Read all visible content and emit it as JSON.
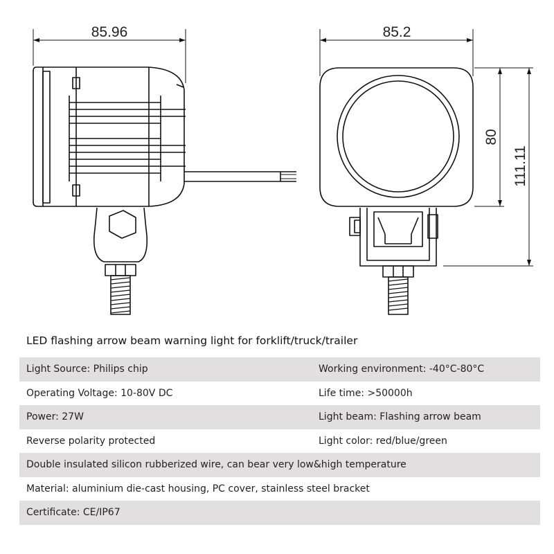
{
  "drawing": {
    "side_width": "85.96",
    "front_width": "85.2",
    "front_height_inner": "80",
    "front_height_total": "111.11"
  },
  "title": "LED flashing arrow beam warning light for forklift/truck/trailer",
  "specs": [
    {
      "left": "Light Source: Philips chip",
      "right": "Working environment: -40°C-80°C",
      "shaded": true
    },
    {
      "left": "Operating Voltage: 10-80V DC",
      "right": "Life time: >50000h",
      "shaded": false
    },
    {
      "left": "Power: 27W",
      "right": "Light beam: Flashing arrow beam",
      "shaded": true
    },
    {
      "left": "Reverse polarity protected",
      "right": "Light color: red/blue/green",
      "shaded": false
    },
    {
      "left": "Double insulated silicon rubberized wire, can bear very low&high temperature",
      "right": "",
      "shaded": true
    },
    {
      "left": "Material: aluminium die-cast housing, PC cover, stainless steel bracket",
      "right": "",
      "shaded": false
    },
    {
      "left": "Certificate: CE/IP67",
      "right": "",
      "shaded": true
    }
  ]
}
